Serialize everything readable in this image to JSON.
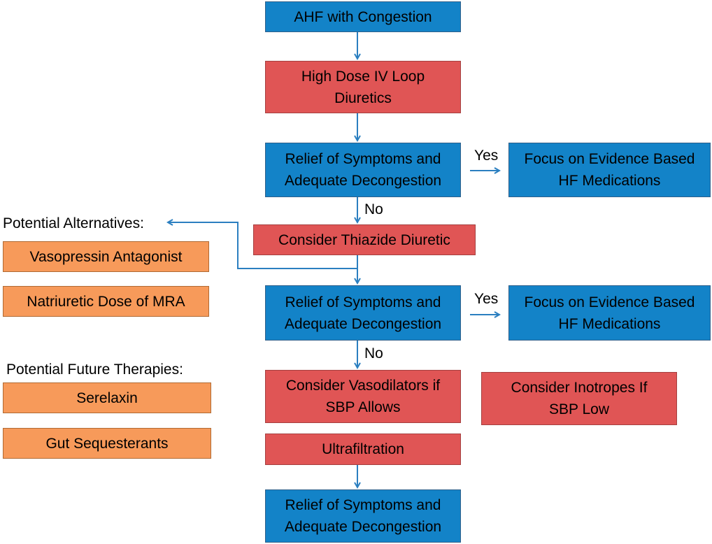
{
  "nodes": {
    "ahf": "AHF with Congestion",
    "loop_diuretics": "High Dose IV Loop\nDiuretics",
    "relief_1": "Relief of Symptoms and\nAdequate Decongestion",
    "focus_1": "Focus on Evidence Based\nHF Medications",
    "thiazide": "Consider Thiazide Diuretic",
    "relief_2": "Relief of Symptoms and\nAdequate Decongestion",
    "focus_2": "Focus on Evidence Based\nHF Medications",
    "vasodilators": "Consider Vasodilators if\nSBP Allows",
    "inotropes": "Consider Inotropes If\nSBP Low",
    "ultrafiltration": "Ultrafiltration",
    "relief_3": "Relief of Symptoms and\nAdequate Decongestion"
  },
  "edge_labels": {
    "yes_1": "Yes",
    "no_1": "No",
    "yes_2": "Yes",
    "no_2": "No"
  },
  "alternatives": {
    "heading": "Potential Alternatives:",
    "items": [
      "Vasopressin Antagonist",
      "Natriuretic Dose of MRA"
    ]
  },
  "future": {
    "heading": "Potential Future Therapies:",
    "items": [
      "Serelaxin",
      "Gut Sequesterants"
    ]
  },
  "colors": {
    "blue": "#1383c8",
    "red": "#e05555",
    "orange": "#f79a5a",
    "arrow": "#2b7fc0"
  }
}
